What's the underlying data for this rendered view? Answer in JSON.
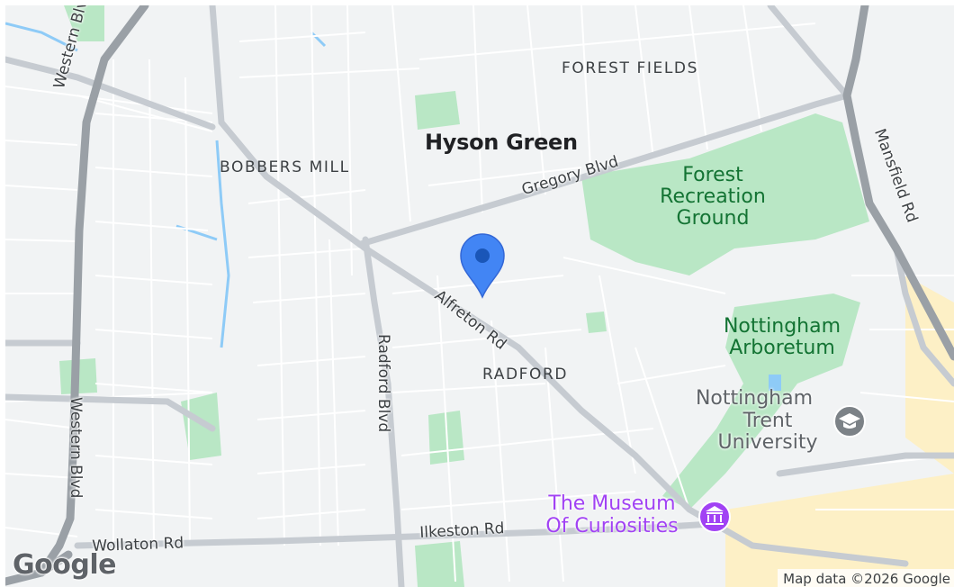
{
  "map": {
    "districts": {
      "forest_fields": "FOREST FIELDS",
      "bobbers_mill": "BOBBERS MILL",
      "radford": "RADFORD"
    },
    "places": {
      "hyson_green": "Hyson Green"
    },
    "roads": {
      "western_blvd": "Western Blvd",
      "gregory_blvd": "Gregory Blvd",
      "mansfield_rd": "Mansfield Rd",
      "alfreton_rd": "Alfreton Rd",
      "radford_blvd": "Radford Blvd",
      "wollaton_rd": "Wollaton Rd",
      "ilkeston_rd": "Ilkeston Rd"
    },
    "parks": {
      "forest_recreation_ground": [
        "Forest",
        "Recreation",
        "Ground"
      ],
      "nottingham_arboretum": [
        "Nottingham",
        "Arboretum"
      ]
    },
    "pois": {
      "nottingham_trent_university": [
        "Nottingham",
        "Trent",
        "University"
      ],
      "museum_of_curiosities": [
        "The Museum",
        "Of Curiosities"
      ]
    },
    "branding": {
      "logo": "Google",
      "attribution": "Map data ©2026 Google"
    },
    "colors": {
      "land": "#f1f3f4",
      "park": "#b9e7c5",
      "arterial": "#9aa0a6",
      "major_road": "#c6cbd1",
      "minor_road": "#ffffff",
      "water": "#8ecbf7",
      "marker": "#4285f4",
      "museum_poi": "#a142f4",
      "university_poi": "#5f6368",
      "city_center": "#fdf0c6"
    },
    "icons": {
      "marker": "map-pin-icon",
      "university": "graduation-cap-icon",
      "museum": "museum-icon"
    }
  }
}
